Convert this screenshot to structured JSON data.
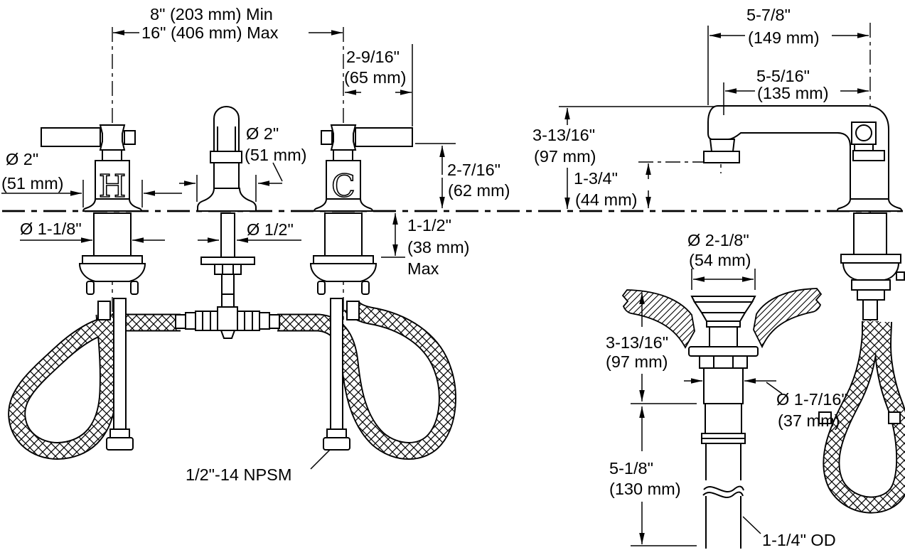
{
  "diagram": {
    "front_view": {
      "hot_handle_letter": "H",
      "cold_handle_letter": "C",
      "dims": {
        "spread_min": "8\" (203 mm) Min",
        "spread_max": "16\" (406 mm) Max",
        "handle_offset": [
          "2-9/16\"",
          "(65 mm)"
        ],
        "hot_handle_dia": [
          "Ø 2\"",
          "(51 mm)"
        ],
        "spout_dia": [
          "Ø 2\"",
          "(51 mm)"
        ],
        "handle_height": [
          "2-7/16\"",
          "(62 mm)"
        ],
        "deck_thickness_max": [
          "1-1/2\"",
          "(38 mm)",
          "Max"
        ],
        "shank_dia": "Ø 1-1/8\"",
        "supply_tube_dia": "Ø 1/2\"",
        "supply_thread": "1/2\"-14 NPSM"
      }
    },
    "side_view": {
      "dims": {
        "spout_reach_overall": [
          "5-7/8\"",
          "(149 mm)"
        ],
        "spout_reach_aerator": [
          "5-5/16\"",
          "(135 mm)"
        ],
        "spout_height": [
          "3-13/16\"",
          "(97 mm)"
        ],
        "aerator_clearance": [
          "1-3/4\"",
          "(44 mm)"
        ],
        "drain_flange_dia": [
          "Ø 2-1/8\"",
          "(54 mm)"
        ],
        "drain_body_height": [
          "3-13/16\"",
          "(97 mm)"
        ],
        "drain_thread_dia": [
          "Ø 1-7/16\"",
          "(37 mm)"
        ],
        "tailpiece_length": [
          "5-1/8\"",
          "(130 mm)"
        ],
        "tailpiece_od": "1-1/4\" OD"
      }
    }
  }
}
